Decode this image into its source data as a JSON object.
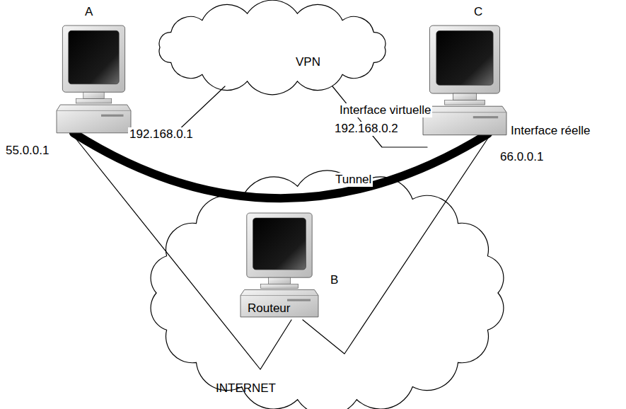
{
  "diagram": {
    "nodes": [
      {
        "text": [
          "VPN"
        ]
      },
      {
        "text": [
          "A"
        ]
      },
      {
        "text": [
          "C"
        ]
      },
      {
        "text": [
          "INTERNET"
        ]
      },
      {
        "text": [
          "B",
          "Routeur"
        ],
        "in": 3
      }
    ],
    "edges": [
      {
        "from": 1,
        "to": 0,
        "arrow": "none"
      },
      {
        "from": 0,
        "to": 2,
        "arrow": "none"
      },
      {
        "from": 1,
        "to": 2,
        "label": "Tunnel",
        "arrow": "none"
      },
      {
        "from": 1,
        "to": 4,
        "arrow": "none"
      },
      {
        "from": 2,
        "to": 4,
        "arrow": "none"
      }
    ],
    "labels": [
      "55.0.0.1",
      "192.168.0.1",
      "Interface virtuelle",
      "192.168.0.2",
      "Interface réelle",
      "66.0.0.1"
    ]
  }
}
